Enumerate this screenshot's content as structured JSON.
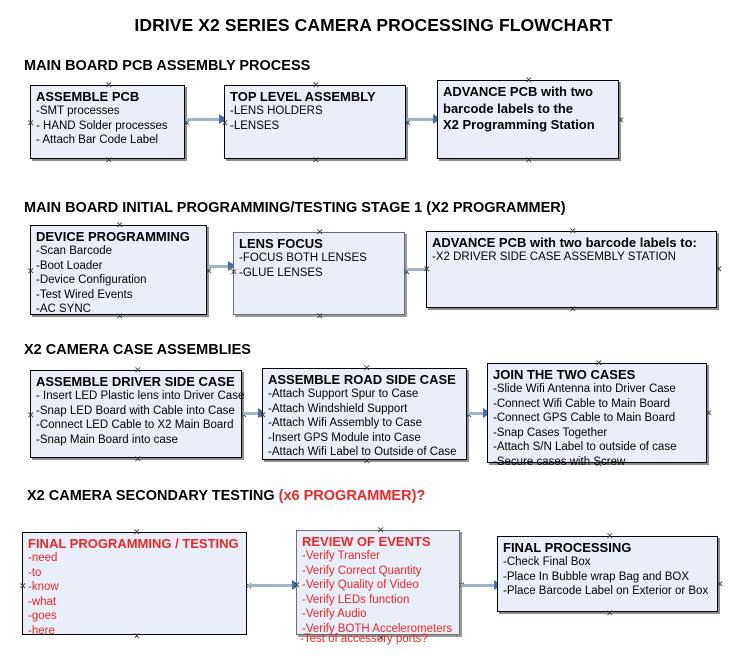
{
  "document": {
    "title": "IDRIVE X2  SERIES CAMERA PROCESSING FLOWCHART"
  },
  "colors": {
    "box_fill": "#e9eef8",
    "box_border": "#2a2a2a",
    "shadow": "#8d8d8d",
    "connector": "#9fb4cc",
    "arrowhead": "#4472a8",
    "red_accent": "#e8282a",
    "text": "#000000"
  },
  "sections": [
    {
      "heading": "MAIN BOARD PCB ASSEMBLY PROCESS",
      "heading_accent": "",
      "nodes": [
        {
          "title": "ASSEMBLE PCB",
          "lines": [
            " -SMT processes",
            "- HAND Solder processes",
            "- Attach Bar Code Label"
          ],
          "bold_lines": false,
          "red": false
        },
        {
          "title": "TOP LEVEL ASSEMBLY",
          "lines": [
            "-LENS HOLDERS",
            "-LENSES"
          ],
          "bold_lines": false,
          "red": false
        },
        {
          "title": "ADVANCE PCB with two",
          "lines": [
            "barcode labels to the",
            " X2 Programming Station"
          ],
          "bold_lines": true,
          "red": false
        }
      ]
    },
    {
      "heading": "MAIN BOARD INITIAL PROGRAMMING/TESTING STAGE 1 (X2 PROGRAMMER)",
      "heading_accent": "",
      "nodes": [
        {
          "title": "DEVICE PROGRAMMING",
          "lines": [
            "-Scan Barcode",
            "-Boot Loader",
            "-Device Configuration",
            "-Test Wired Events",
            "-AC SYNC"
          ],
          "bold_lines": false,
          "red": false
        },
        {
          "title": "LENS FOCUS",
          "lines": [
            "-FOCUS BOTH LENSES",
            "-GLUE LENSES"
          ],
          "bold_lines": false,
          "red": false
        },
        {
          "title": "ADVANCE PCB with two barcode labels to:",
          "lines": [
            "-X2 DRIVER  SIDE  CASE  ASSEMBLY STATION"
          ],
          "bold_lines": false,
          "red": false
        }
      ]
    },
    {
      "heading": "X2 CAMERA CASE ASSEMBLIES",
      "heading_accent": "",
      "nodes": [
        {
          "title": "ASSEMBLE DRIVER SIDE CASE",
          "lines": [
            " - Insert LED Plastic lens into Driver Case",
            "-Snap LED Board with Cable into Case",
            "-Connect LED Cable to X2 Main Board",
            "-Snap Main Board into case"
          ],
          "bold_lines": false,
          "red": false
        },
        {
          "title": "ASSEMBLE ROAD SIDE CASE",
          "lines": [
            "-Attach Support Spur to Case",
            "-Attach Windshield Support",
            "-Attach Wifi Assembly to Case",
            "-Insert GPS Module into Case",
            "-Attach Wifi Label to Outside of Case"
          ],
          "bold_lines": false,
          "red": false
        },
        {
          "title": "JOIN THE TWO CASES",
          "lines": [
            "-Slide Wifi Antenna into Driver Case",
            "-Connect Wifi Cable to Main Board",
            "-Connect GPS Cable to Main Board",
            "-Snap Cases Together",
            "-Attach S/N Label to outside of case",
            "-Secure cases with Screw"
          ],
          "bold_lines": false,
          "red": false
        }
      ]
    },
    {
      "heading": "X2 CAMERA SECONDARY TESTING ",
      "heading_accent": "(x6 PROGRAMMER)?",
      "nodes": [
        {
          "title": "FINAL PROGRAMMING / TESTING",
          "lines": [
            "-need",
            "-to",
            "-know",
            "-what",
            "-goes",
            "-here"
          ],
          "bold_lines": false,
          "red": true
        },
        {
          "title": "REVIEW OF EVENTS",
          "lines": [
            "-Verify Transfer",
            "-Verify Correct Quantity",
            "-Verify Quality of Video",
            "-Verify LEDs function",
            "-Verify Audio",
            "-Verify BOTH Accelerometers"
          ],
          "overflow_line": "-Test of accessory ports?",
          "bold_lines": false,
          "red": true
        },
        {
          "title": "FINAL PROCESSING",
          "lines": [
            " -Check Final Box",
            "-Place In Bubble wrap Bag and BOX",
            "-Place Barcode Label on Exterior or Box"
          ],
          "bold_lines": false,
          "red": false
        }
      ]
    }
  ]
}
